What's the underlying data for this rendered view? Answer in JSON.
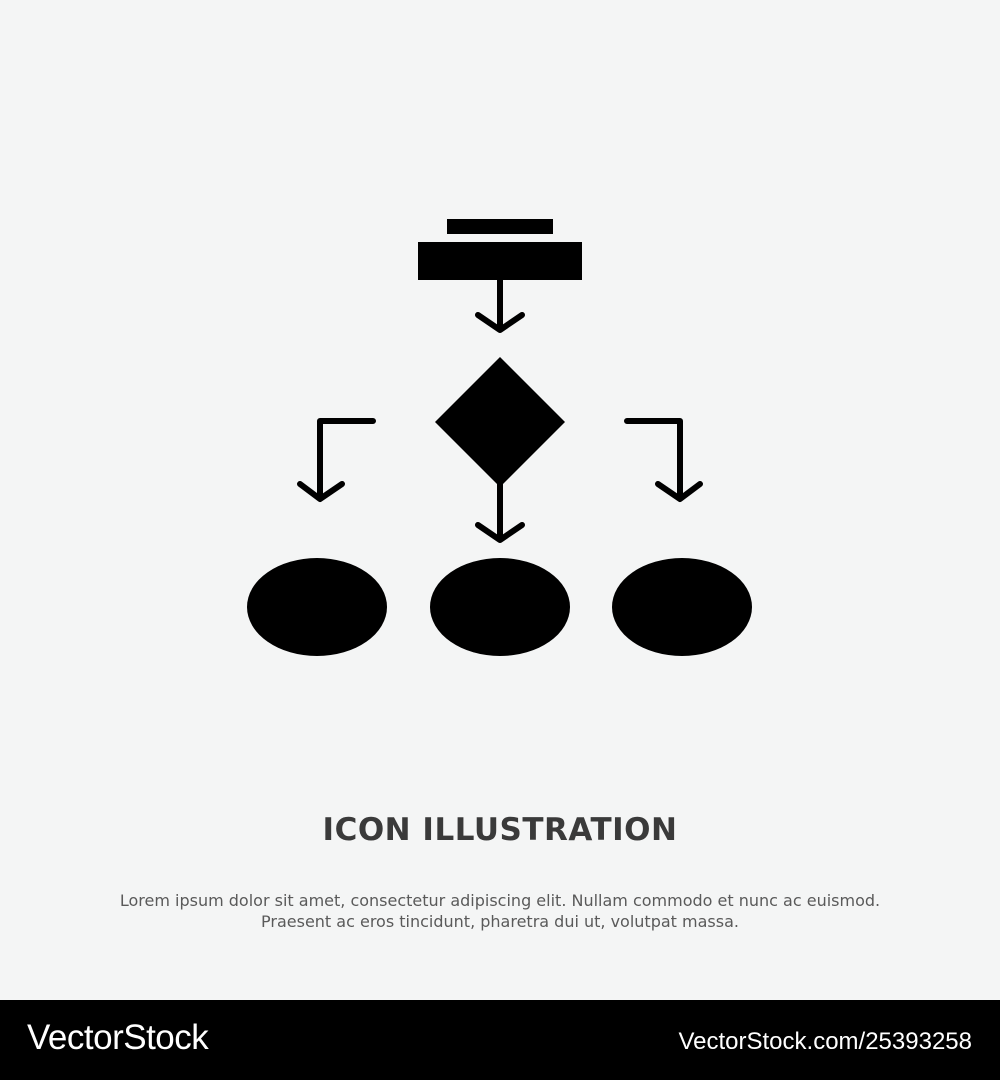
{
  "icon": {
    "name": "flowchart-icon",
    "color": "#000000"
  },
  "title": "ICON ILLUSTRATION",
  "description": {
    "line1": "Lorem ipsum dolor sit amet, consectetur adipiscing elit. Nullam commodo et nunc ac euismod.",
    "line2": "Praesent ac eros tincidunt, pharetra dui ut, volutpat massa."
  },
  "footer": {
    "logo": "VectorStock",
    "url": "VectorStock.com/25393258",
    "background": "#000000"
  },
  "background": "#f4f5f5"
}
